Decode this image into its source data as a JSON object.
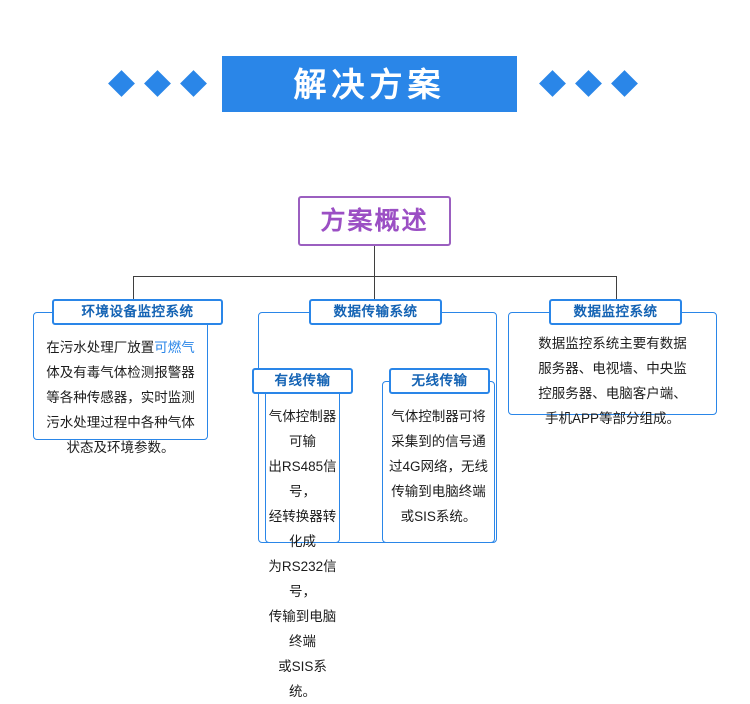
{
  "header": {
    "title": "解决方案",
    "diamond_count_left": 3,
    "diamond_count_right": 3,
    "accent_color": "#2a86e8"
  },
  "overview": {
    "label": "方案概述",
    "accent_color": "#9b4fc4"
  },
  "branches": {
    "environment": {
      "chip_label": "环境设备监控系统",
      "body_lines": [
        "在污水处理厂放置可燃气",
        "体及有毒气体检测报警器",
        "等各种传感器，实时监测",
        "污水处理过程中各种气体",
        "状态及环境参数。"
      ],
      "highlight": "可燃气"
    },
    "transmission": {
      "chip_label": "数据传输系统",
      "wired": {
        "chip_label": "有线传输",
        "body_lines": [
          "气体控制器可输",
          "出RS485信号，",
          "经转换器转化成",
          "为RS232信号，",
          "传输到电脑终端",
          "或SIS系统。"
        ]
      },
      "wireless": {
        "chip_label": "无线传输",
        "body_lines": [
          "气体控制器可将",
          "采集到的信号通",
          "过4G网络，无线",
          "传输到电脑终端",
          "或SIS系统。"
        ]
      }
    },
    "monitoring": {
      "chip_label": "数据监控系统",
      "body_lines": [
        "数据监控系统主要有数据",
        "服务器、电视墙、中央监",
        "控服务器、电脑客户端、",
        "手机APP等部分组成。"
      ]
    }
  }
}
